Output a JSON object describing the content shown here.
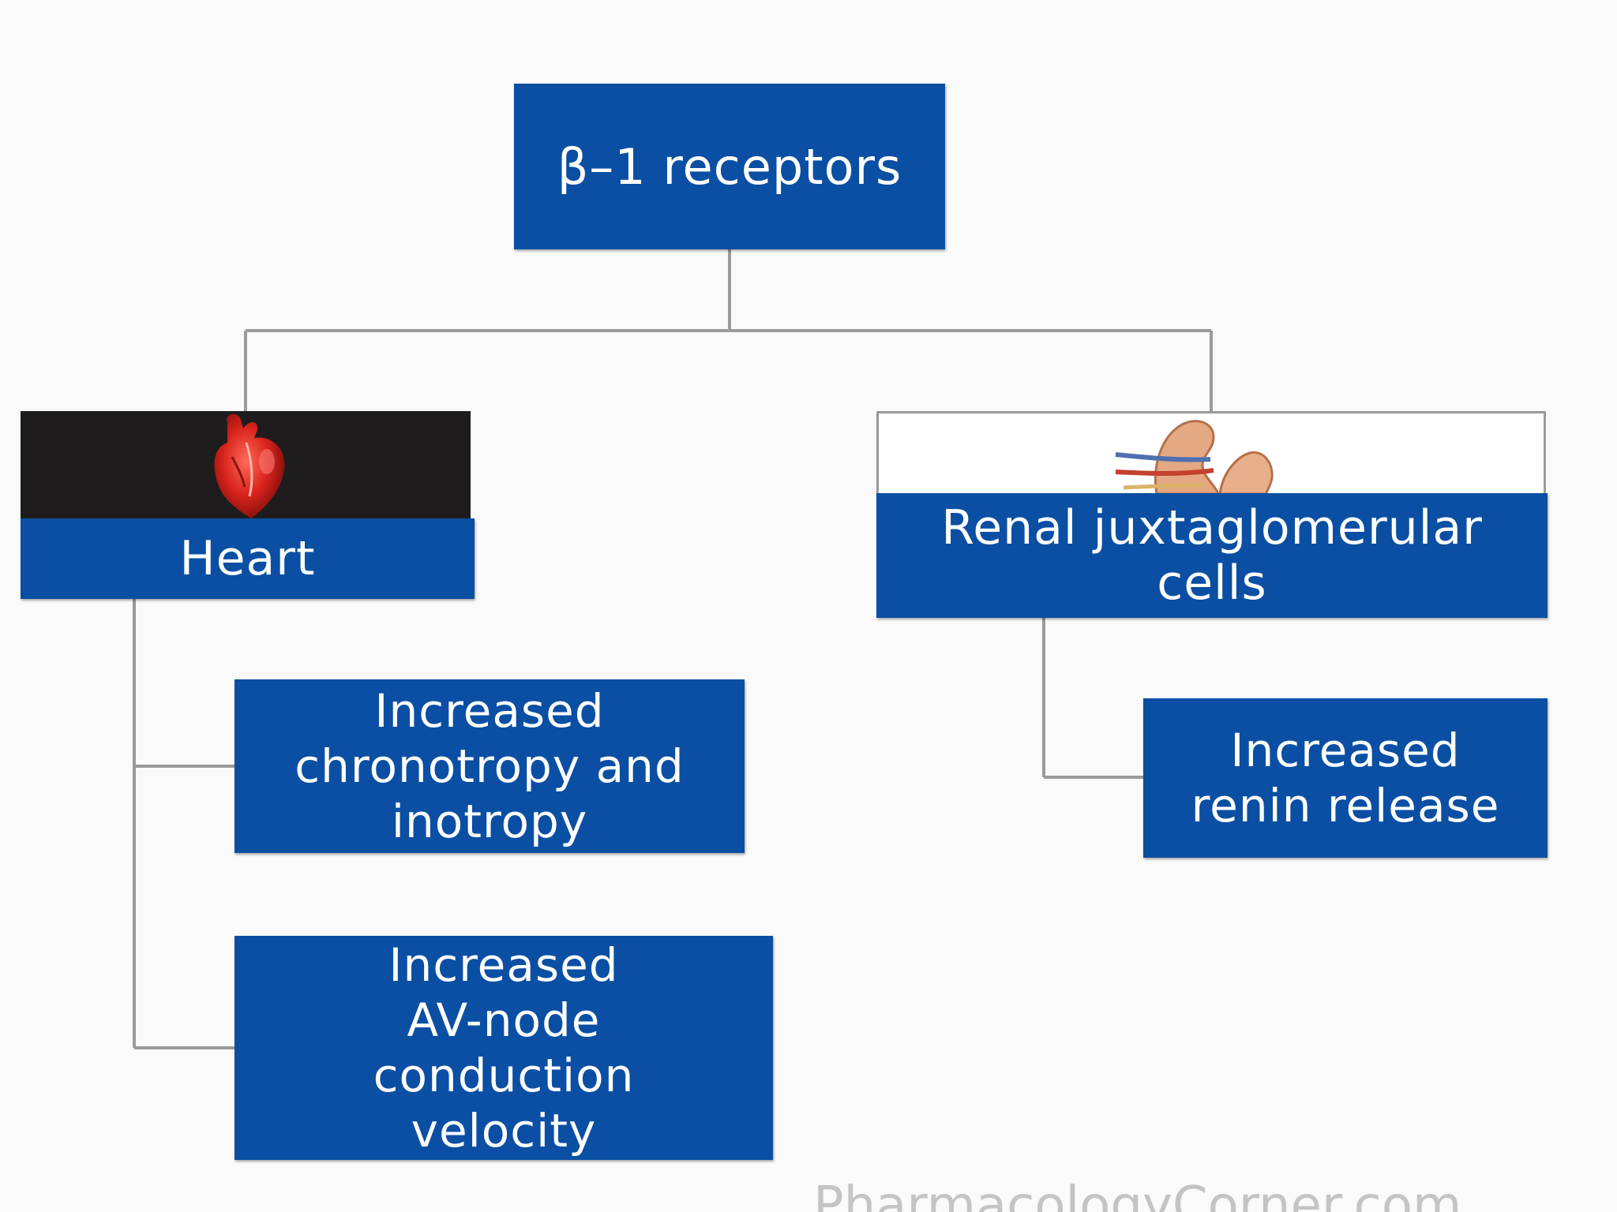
{
  "diagram": {
    "root": {
      "label": "β–1 receptors"
    },
    "heart": {
      "label": "Heart",
      "image_icon": "heart-icon",
      "effects": [
        {
          "lines": [
            "Increased",
            "chronotropy and",
            "inotropy"
          ]
        },
        {
          "lines": [
            "Increased",
            "AV-node",
            "conduction",
            "velocity"
          ]
        }
      ]
    },
    "renal": {
      "label_lines": [
        "Renal juxtaglomerular",
        "cells"
      ],
      "image_icon": "kidney-icon",
      "effects": [
        {
          "lines": [
            "Increased",
            "renin release"
          ]
        }
      ]
    },
    "watermark": "PharmacologyCorner.com"
  },
  "colors": {
    "box_fill": "#0a4fa3",
    "box_text": "#ffffff",
    "connector": "#9a9a9a",
    "background": "#fafafa",
    "heart_banner": "#1e1c1c"
  }
}
